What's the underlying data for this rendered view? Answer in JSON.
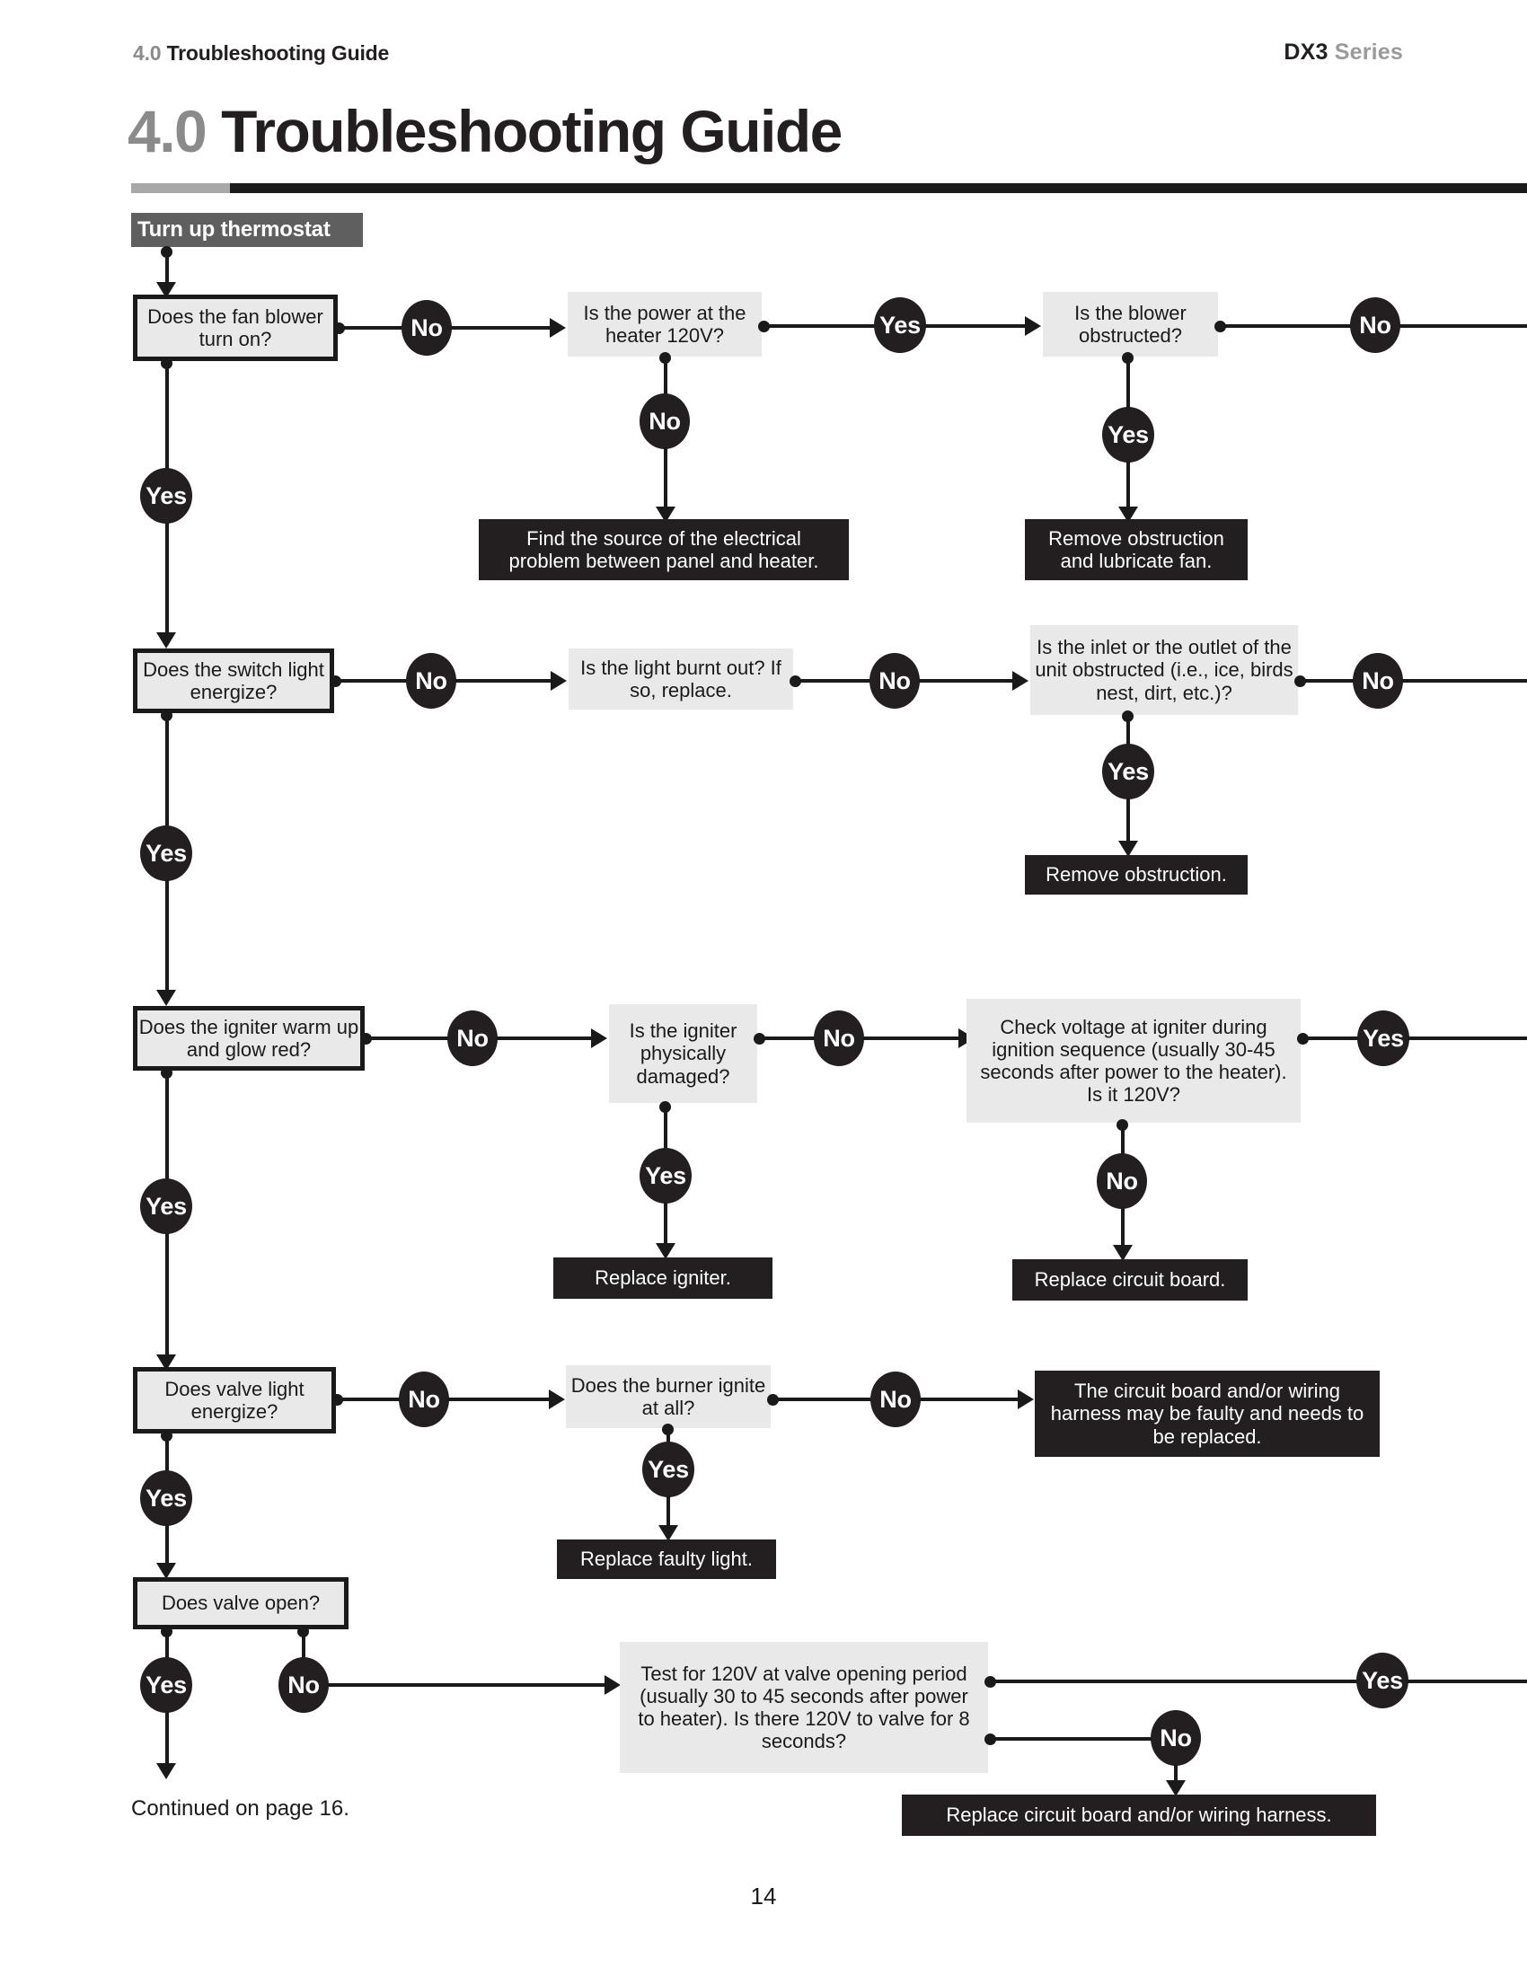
{
  "header": {
    "running_head_number": "4.0",
    "running_head_text": "Troubleshooting Guide",
    "series_brand": "DX3",
    "series_word": "Series",
    "title_number": "4.0",
    "title_text": "Troubleshooting Guide"
  },
  "footer": {
    "continued_note": "Continued on page 16.",
    "page_number": "14"
  },
  "colors": {
    "ink": "#231f20",
    "grey_fill": "#e9e9e9",
    "start_fill": "#5f5f5f",
    "muted_text": "#8b8b8b",
    "rule_grey": "#a8a8a8"
  },
  "flowchart": {
    "type": "decision-tree",
    "start": {
      "label": "Turn up thermostat"
    },
    "branch_labels": {
      "yes": "Yes",
      "no": "No"
    },
    "nodes": {
      "fan_blower": "Does the fan blower turn on?",
      "power_120v": "Is the power at the heater 120V?",
      "find_source": "Find the source of the electrical problem between panel and heater.",
      "blower_obstructed": "Is the blower obstructed?",
      "remove_obstruction_fan": "Remove obstruction and lubricate fan.",
      "switch_light": "Does the switch light energize?",
      "light_burnt": "Is the light burnt out? If so, replace.",
      "inlet_outlet": "Is the inlet or the outlet of the unit obstructed (i.e., ice, birds nest, dirt, etc.)?",
      "remove_obstruction": "Remove obstruction.",
      "igniter_glow": "Does the igniter warm up and glow red?",
      "igniter_damaged": "Is the igniter physically damaged?",
      "replace_igniter": "Replace igniter.",
      "check_voltage": "Check voltage at igniter during ignition sequence (usually 30-45 seconds after power to the heater).  Is it 120V?",
      "replace_circuit_board": "Replace circuit board.",
      "valve_light": "Does valve light energize?",
      "burner_ignite": "Does the burner ignite at all?",
      "replace_faulty_light": "Replace faulty light.",
      "board_or_harness_faulty": "The circuit board and/or wiring harness may be faulty and needs to be replaced.",
      "valve_open": "Does valve open?",
      "test_valve_120v": "Test for 120V at valve opening period (usually 30 to 45 seconds after power to heater). Is there 120V to valve for 8 seconds?",
      "replace_board_harness": "Replace circuit board and/or wiring harness."
    },
    "edges": [
      {
        "from": "start",
        "to": "fan_blower",
        "label": ""
      },
      {
        "from": "fan_blower",
        "to": "power_120v",
        "label": "No"
      },
      {
        "from": "fan_blower",
        "to": "switch_light",
        "label": "Yes"
      },
      {
        "from": "power_120v",
        "to": "find_source",
        "label": "No"
      },
      {
        "from": "power_120v",
        "to": "blower_obstructed",
        "label": "Yes"
      },
      {
        "from": "blower_obstructed",
        "to": "remove_obstruction_fan",
        "label": "Yes"
      },
      {
        "from": "blower_obstructed",
        "to": "offpage-right",
        "label": "No"
      },
      {
        "from": "switch_light",
        "to": "light_burnt",
        "label": "No"
      },
      {
        "from": "switch_light",
        "to": "igniter_glow",
        "label": "Yes"
      },
      {
        "from": "light_burnt",
        "to": "inlet_outlet",
        "label": "No"
      },
      {
        "from": "inlet_outlet",
        "to": "remove_obstruction",
        "label": "Yes"
      },
      {
        "from": "inlet_outlet",
        "to": "offpage-right",
        "label": "No"
      },
      {
        "from": "igniter_glow",
        "to": "igniter_damaged",
        "label": "No"
      },
      {
        "from": "igniter_glow",
        "to": "valve_light",
        "label": "Yes"
      },
      {
        "from": "igniter_damaged",
        "to": "replace_igniter",
        "label": "Yes"
      },
      {
        "from": "igniter_damaged",
        "to": "check_voltage",
        "label": "No"
      },
      {
        "from": "check_voltage",
        "to": "replace_circuit_board",
        "label": "No"
      },
      {
        "from": "check_voltage",
        "to": "offpage-right",
        "label": "Yes"
      },
      {
        "from": "valve_light",
        "to": "burner_ignite",
        "label": "No"
      },
      {
        "from": "valve_light",
        "to": "valve_open",
        "label": "Yes"
      },
      {
        "from": "burner_ignite",
        "to": "replace_faulty_light",
        "label": "Yes"
      },
      {
        "from": "burner_ignite",
        "to": "board_or_harness_faulty",
        "label": "No"
      },
      {
        "from": "valve_open",
        "to": "continued",
        "label": "Yes"
      },
      {
        "from": "valve_open",
        "to": "test_valve_120v",
        "label": "No"
      },
      {
        "from": "test_valve_120v",
        "to": "offpage-right",
        "label": "Yes"
      },
      {
        "from": "test_valve_120v",
        "to": "replace_board_harness",
        "label": "No"
      }
    ]
  }
}
